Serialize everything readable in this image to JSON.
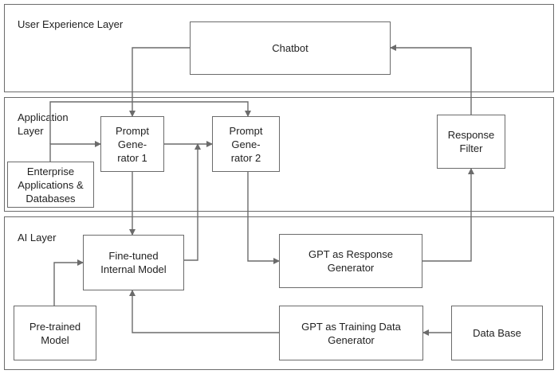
{
  "layers": {
    "ux": "User Experience Layer",
    "app": "Application\nLayer",
    "ai": "AI Layer"
  },
  "nodes": {
    "chatbot": "Chatbot",
    "prompt_gen_1": "Prompt\nGene-\nrator 1",
    "prompt_gen_2": "Prompt\nGene-\nrator 2",
    "response_filter": "Response\nFilter",
    "enterprise": "Enterprise\nApplications &\nDatabases",
    "fine_tuned": "Fine-tuned\nInternal Model",
    "gpt_response": "GPT as Response\nGenerator",
    "pretrained": "Pre-trained\nModel",
    "gpt_training": "GPT as Training Data\nGenerator",
    "database": "Data Base"
  },
  "colors": {
    "line": "#6b6b6b",
    "text": "#222222",
    "background": "#ffffff"
  }
}
